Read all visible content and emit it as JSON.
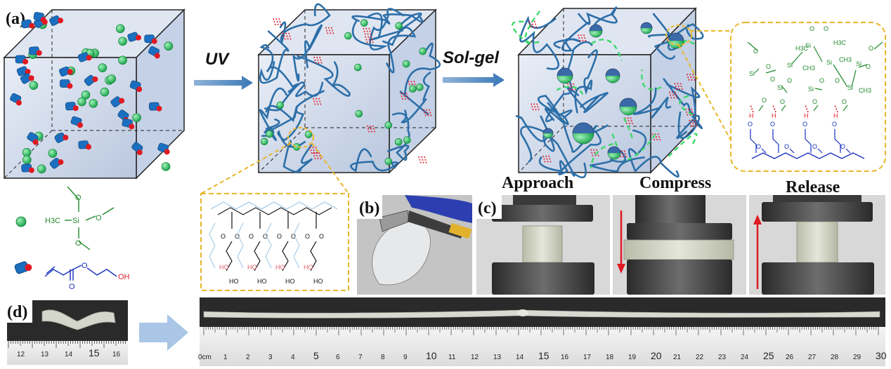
{
  "panels": {
    "a": "(a)",
    "b": "(b)",
    "c": "(c)",
    "d": "(d)"
  },
  "arrows": {
    "uv": "UV",
    "solgel": "Sol-gel"
  },
  "stages": {
    "approach": "Approach",
    "compress": "Compress",
    "release": "Release"
  },
  "chem": {
    "mtms": {
      "h3c": "H3C",
      "si": "Si",
      "o": "O"
    },
    "hea": {
      "oh": "OH",
      "o": "O"
    },
    "polymer": {
      "ho": "HO",
      "o": "O"
    },
    "silica": {
      "si": "Si",
      "h3c": "H3C",
      "ch3": "CH3",
      "o": "O",
      "h": "H"
    }
  },
  "ruler_small": [
    "12",
    "13",
    "14",
    "15",
    "16"
  ],
  "ruler_long": [
    "0cm",
    "1",
    "2",
    "3",
    "4",
    "5",
    "6",
    "7",
    "8",
    "9",
    "10",
    "11",
    "12",
    "13",
    "14",
    "15",
    "16",
    "17",
    "18",
    "19",
    "20",
    "21",
    "22",
    "23",
    "24",
    "25",
    "26",
    "27",
    "28",
    "29",
    "30"
  ],
  "colors": {
    "cube_fill": "#cfd9ea",
    "chain_blue": "#2d6fa8",
    "sphere_green": "#22c05a",
    "hbond_red": "#e0202a",
    "highlight_orange": "#e8b62a",
    "silane_green": "#1f8a2c",
    "acrylate_blue": "#1830c0"
  }
}
